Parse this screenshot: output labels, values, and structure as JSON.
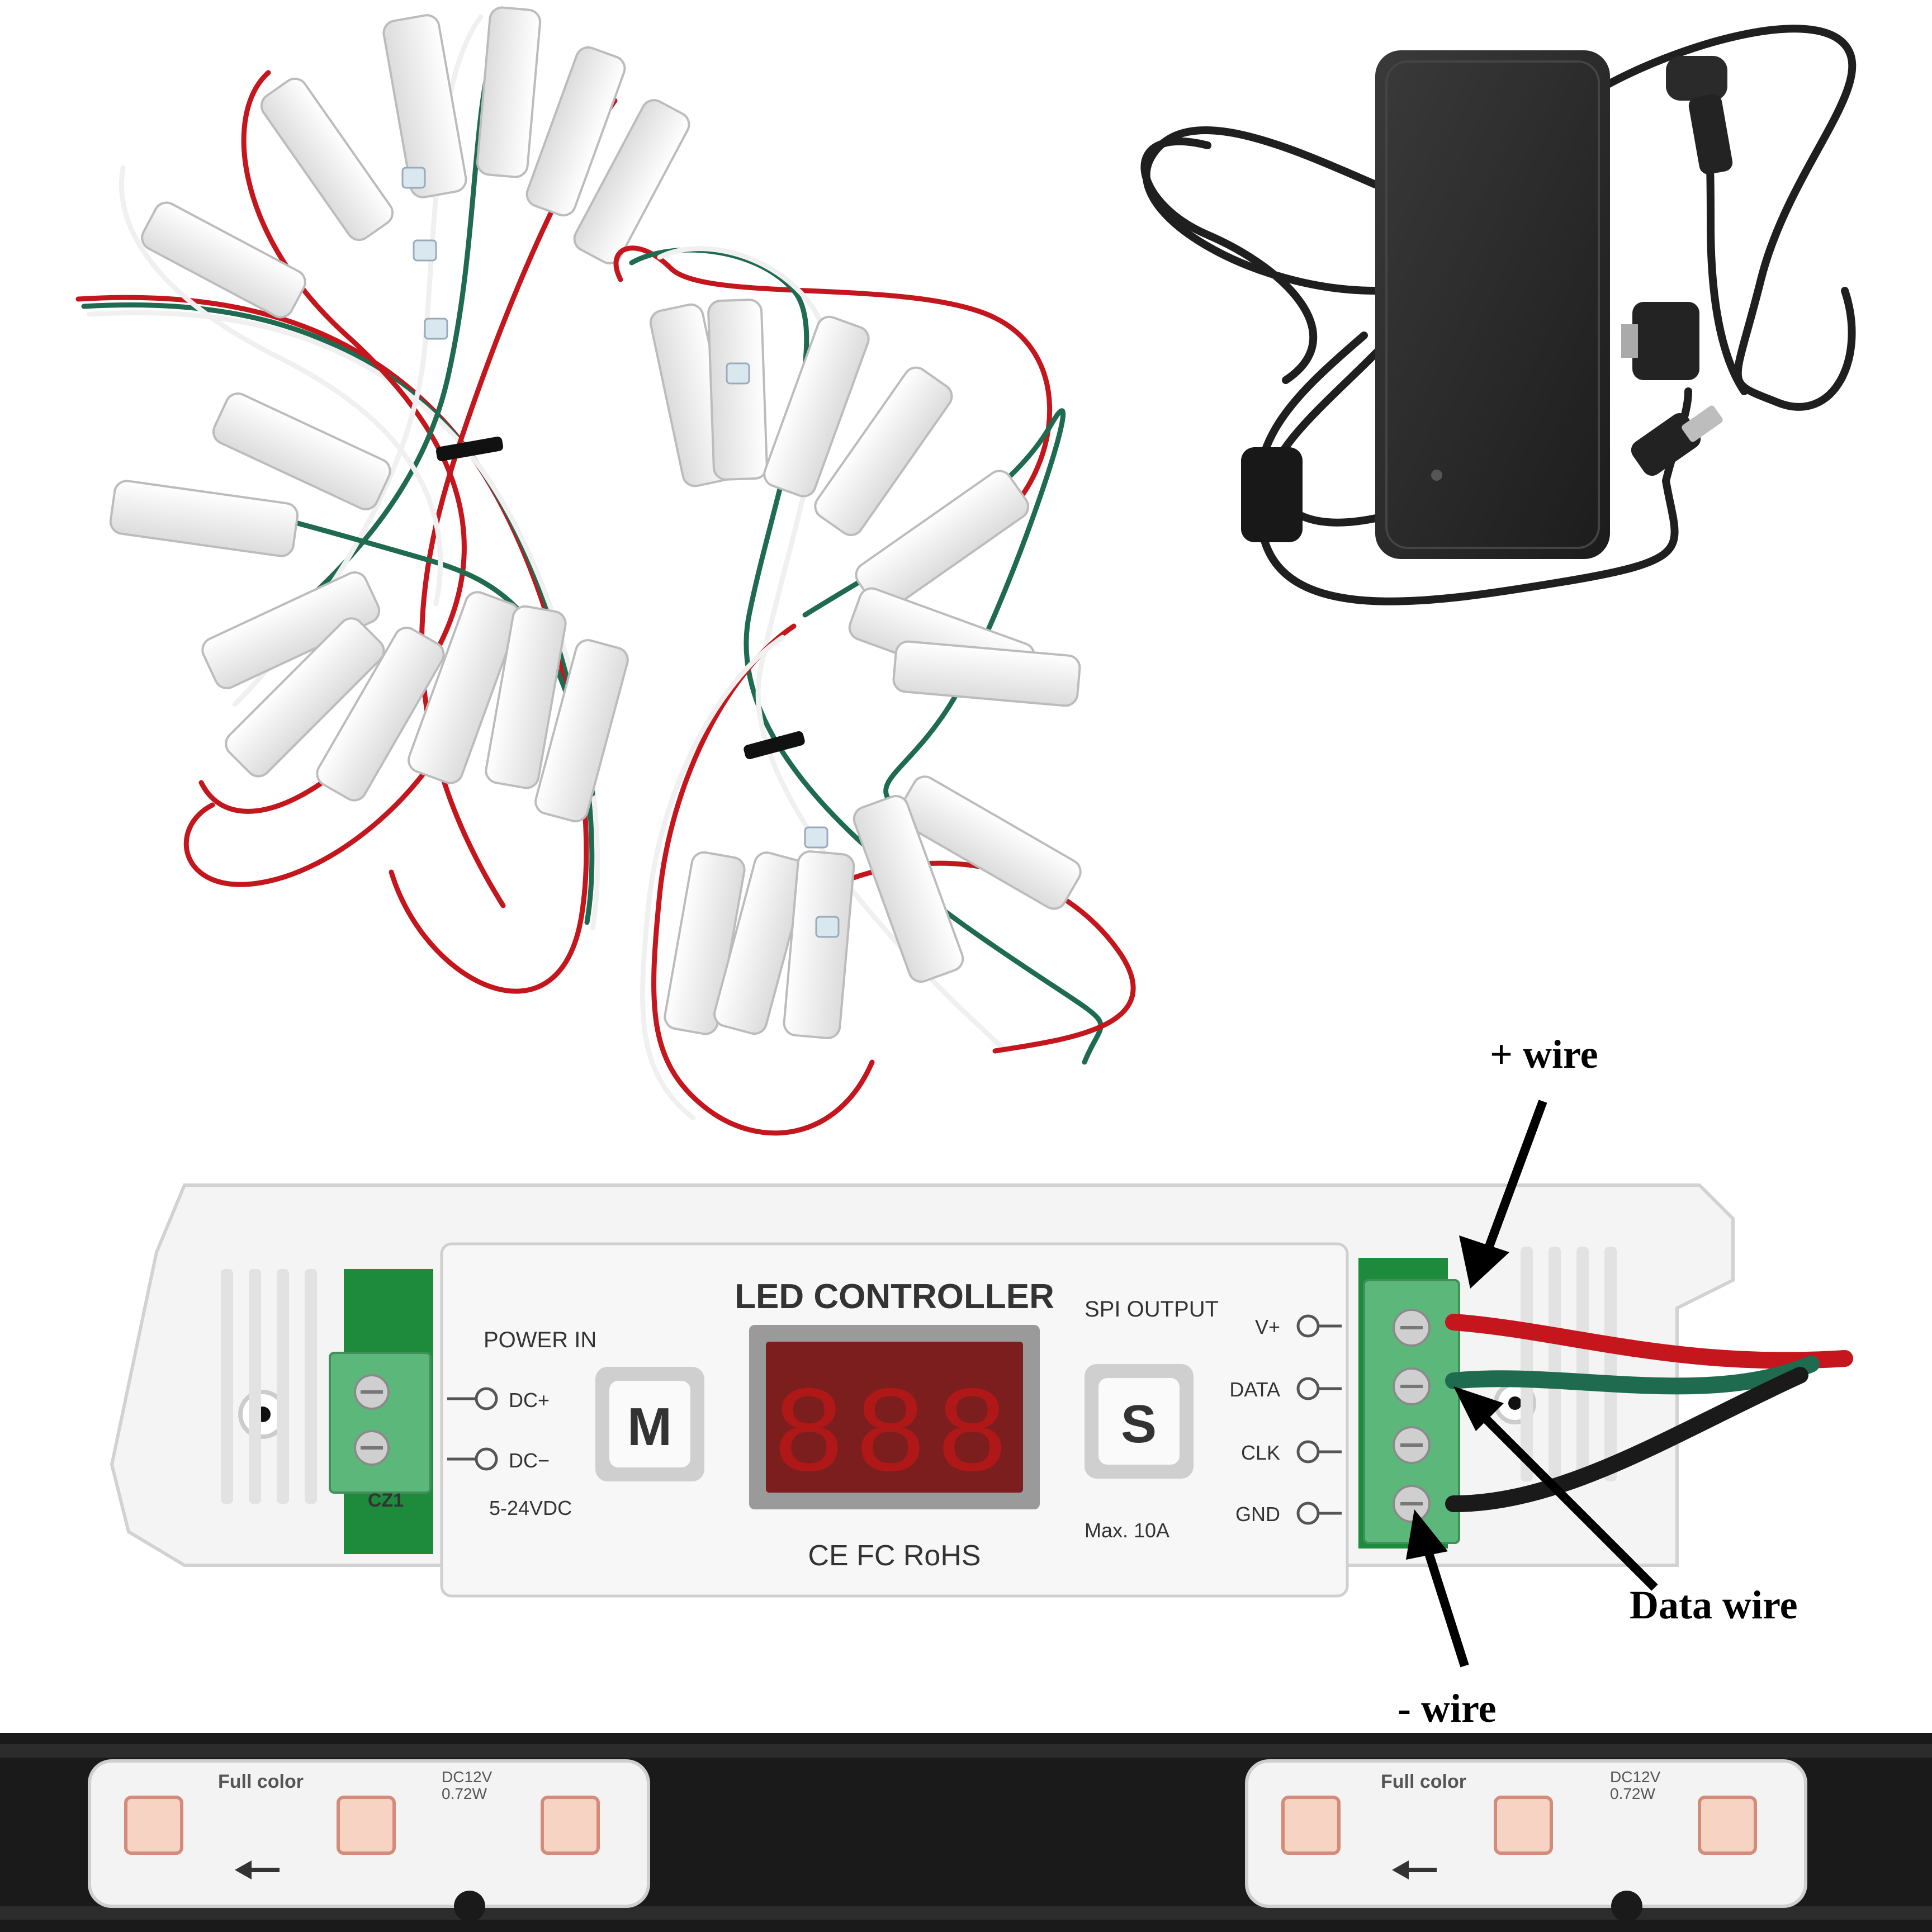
{
  "controller": {
    "title": "LED CONTROLLER",
    "power_in": "POWER IN",
    "dc_plus": "DC+",
    "dc_minus": "DC−",
    "voltage": "5-24VDC",
    "terminal_label": "CZ1",
    "button_m": "M",
    "button_s": "S",
    "display": "888",
    "spi_output": "SPI OUTPUT",
    "out_v": "V+",
    "out_data": "DATA",
    "out_clk": "CLK",
    "out_gnd": "GND",
    "max_current": "Max. 10A",
    "certs": "CE FC RoHS"
  },
  "callouts": {
    "plus_wire": "+ wire",
    "data_wire": "Data wire",
    "minus_wire": "- wire"
  },
  "modules": [
    {
      "name": "Full color",
      "spec1": "DC12V",
      "spec2": "0.72W"
    },
    {
      "name": "Full color",
      "spec1": "DC12V",
      "spec2": "0.72W"
    }
  ],
  "colors": {
    "wire_red": "#c4161c",
    "wire_green": "#1f6b50",
    "wire_white": "#f2f2f2",
    "adapter": "#2b2b2b",
    "controller_body": "#f4f4f4",
    "terminal_green": "#5cb87a",
    "pcb_green": "#1e8a3c",
    "display_red": "#b01818",
    "rail": "#1a1a1a"
  }
}
